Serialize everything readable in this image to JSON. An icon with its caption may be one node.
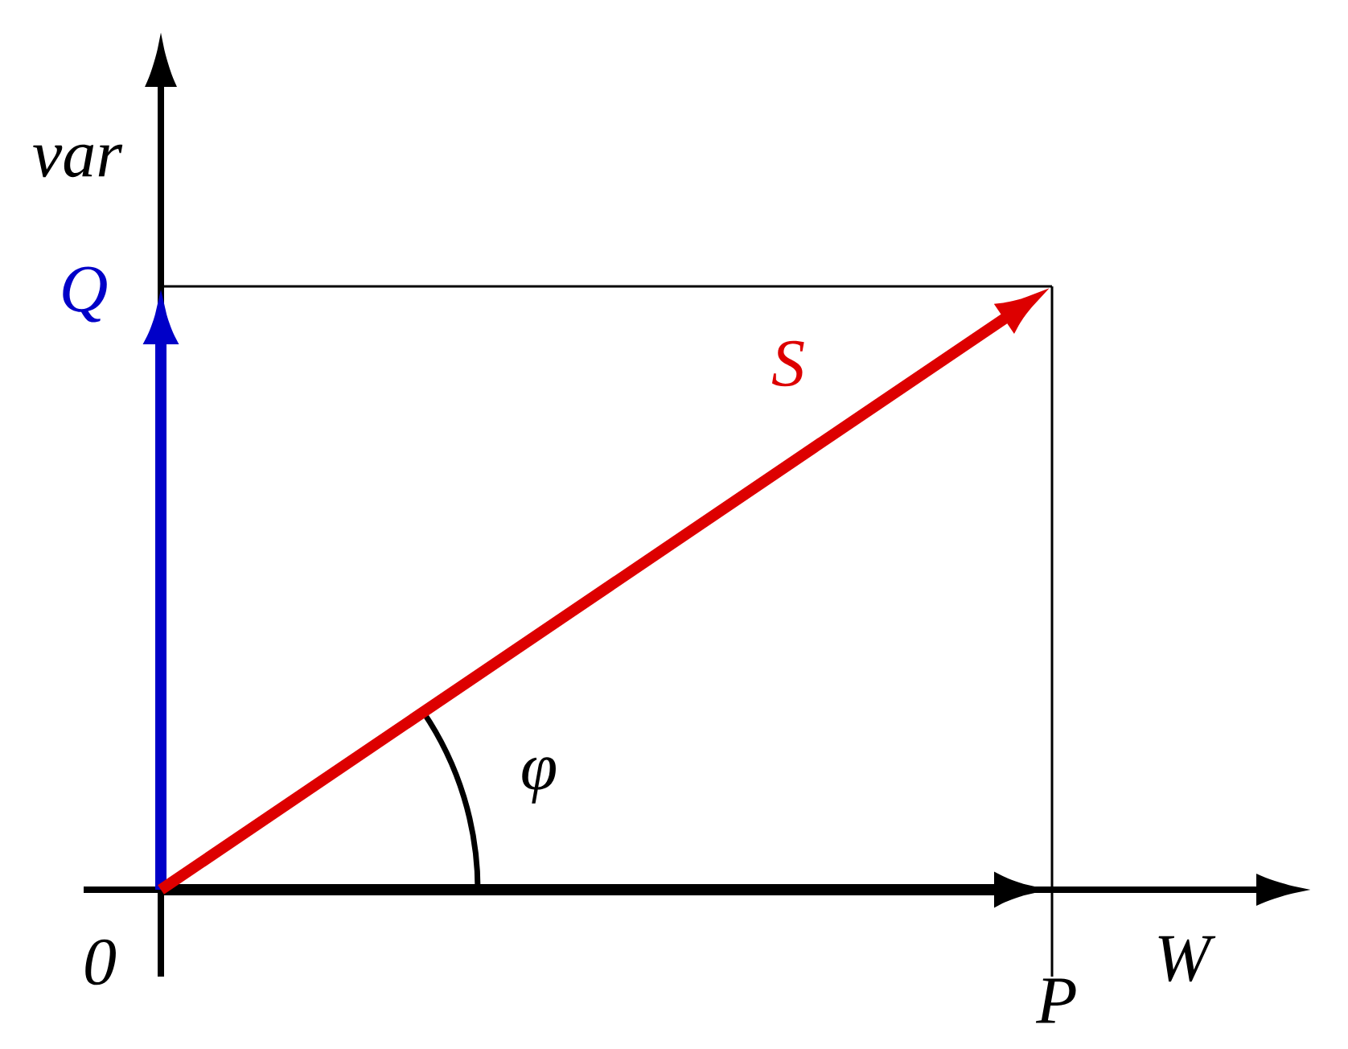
{
  "diagram": {
    "labels": [
      "var",
      "Q",
      "S",
      "φ",
      "0",
      "P",
      "W"
    ]
  }
}
